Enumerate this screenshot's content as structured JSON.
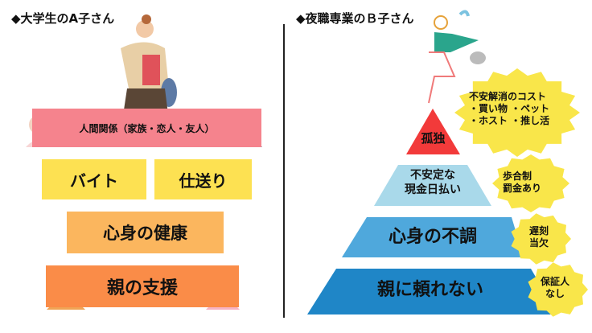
{
  "left": {
    "title": "◆大学生のA子さん",
    "relations": "人間関係（家族・恋人・友人）",
    "job": "バイト",
    "allowance": "仕送り",
    "health": "心身の健康",
    "parents": "親の支援"
  },
  "right": {
    "title": "◆夜職専業のＢ子さん",
    "pyramid": [
      "孤独",
      "不安定な\n現金日払い",
      "心身の不調",
      "親に頼れない"
    ],
    "bursts": [
      "不安解消のコスト\n・買い物 ・ペット\n・ホスト ・推し活",
      "歩合制\n罰金あり",
      "遅刻\n当欠",
      "保証人\nなし"
    ]
  },
  "colors": {
    "pink": "#f5838d",
    "yellow": "#fde152",
    "orange_light": "#fbb65e",
    "orange": "#fa8c48",
    "red": "#f23a3a",
    "blue_light": "#a9d9ea",
    "blue_mid": "#4fa8dc",
    "blue_dark": "#1f86c7",
    "burst": "#f9e64a"
  }
}
